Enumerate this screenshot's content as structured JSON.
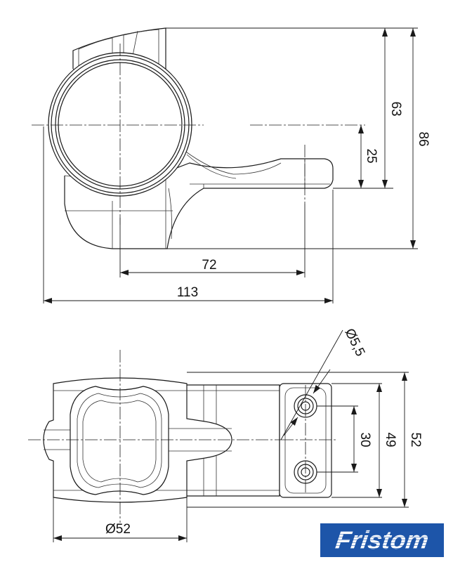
{
  "dimensions": {
    "side_view": {
      "height_total": "86",
      "height_upper": "63",
      "height_arm": "25",
      "width_arm": "72",
      "width_total": "113"
    },
    "top_view": {
      "hole_diameter": "Ø5,5",
      "hole_spacing": "30",
      "inner_width": "49",
      "outer_width": "52",
      "tube_diameter": "Ø52"
    }
  },
  "logo": {
    "brand": "Fristom"
  },
  "colors": {
    "line": "#1a1a1a",
    "logo_bg": "#1d55a9",
    "logo_text": "#ffffff"
  }
}
